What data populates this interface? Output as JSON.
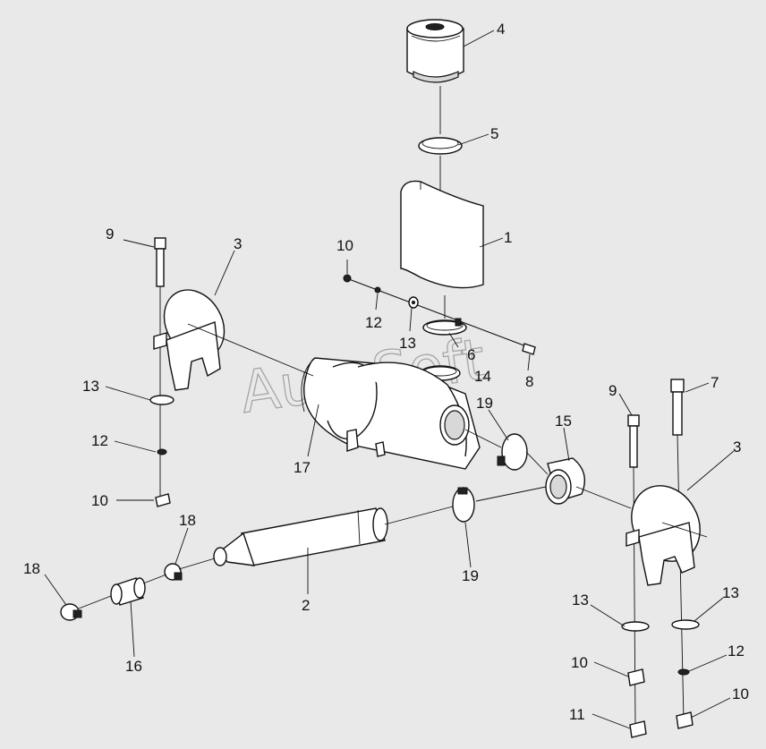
{
  "watermark": "AutoSoft",
  "callouts": [
    {
      "id": "c4",
      "label": "4"
    },
    {
      "id": "c5",
      "label": "5"
    },
    {
      "id": "c1",
      "label": "1"
    },
    {
      "id": "c10a",
      "label": "10"
    },
    {
      "id": "c12a",
      "label": "12"
    },
    {
      "id": "c13a",
      "label": "13"
    },
    {
      "id": "c6",
      "label": "6"
    },
    {
      "id": "c14",
      "label": "14"
    },
    {
      "id": "c8",
      "label": "8"
    },
    {
      "id": "c19a",
      "label": "19"
    },
    {
      "id": "c9a",
      "label": "9"
    },
    {
      "id": "c3a",
      "label": "3"
    },
    {
      "id": "c13b",
      "label": "13"
    },
    {
      "id": "c12b",
      "label": "12"
    },
    {
      "id": "c10b",
      "label": "10"
    },
    {
      "id": "c17",
      "label": "17"
    },
    {
      "id": "c15",
      "label": "15"
    },
    {
      "id": "c9b",
      "label": "9"
    },
    {
      "id": "c7",
      "label": "7"
    },
    {
      "id": "c3b",
      "label": "3"
    },
    {
      "id": "c18a",
      "label": "18"
    },
    {
      "id": "c18b",
      "label": "18"
    },
    {
      "id": "c2",
      "label": "2"
    },
    {
      "id": "c19b",
      "label": "19"
    },
    {
      "id": "c16",
      "label": "16"
    },
    {
      "id": "c13c",
      "label": "13"
    },
    {
      "id": "c13d",
      "label": "13"
    },
    {
      "id": "c10c",
      "label": "10"
    },
    {
      "id": "c12c",
      "label": "12"
    },
    {
      "id": "c11",
      "label": "11"
    },
    {
      "id": "c10d",
      "label": "10"
    }
  ]
}
